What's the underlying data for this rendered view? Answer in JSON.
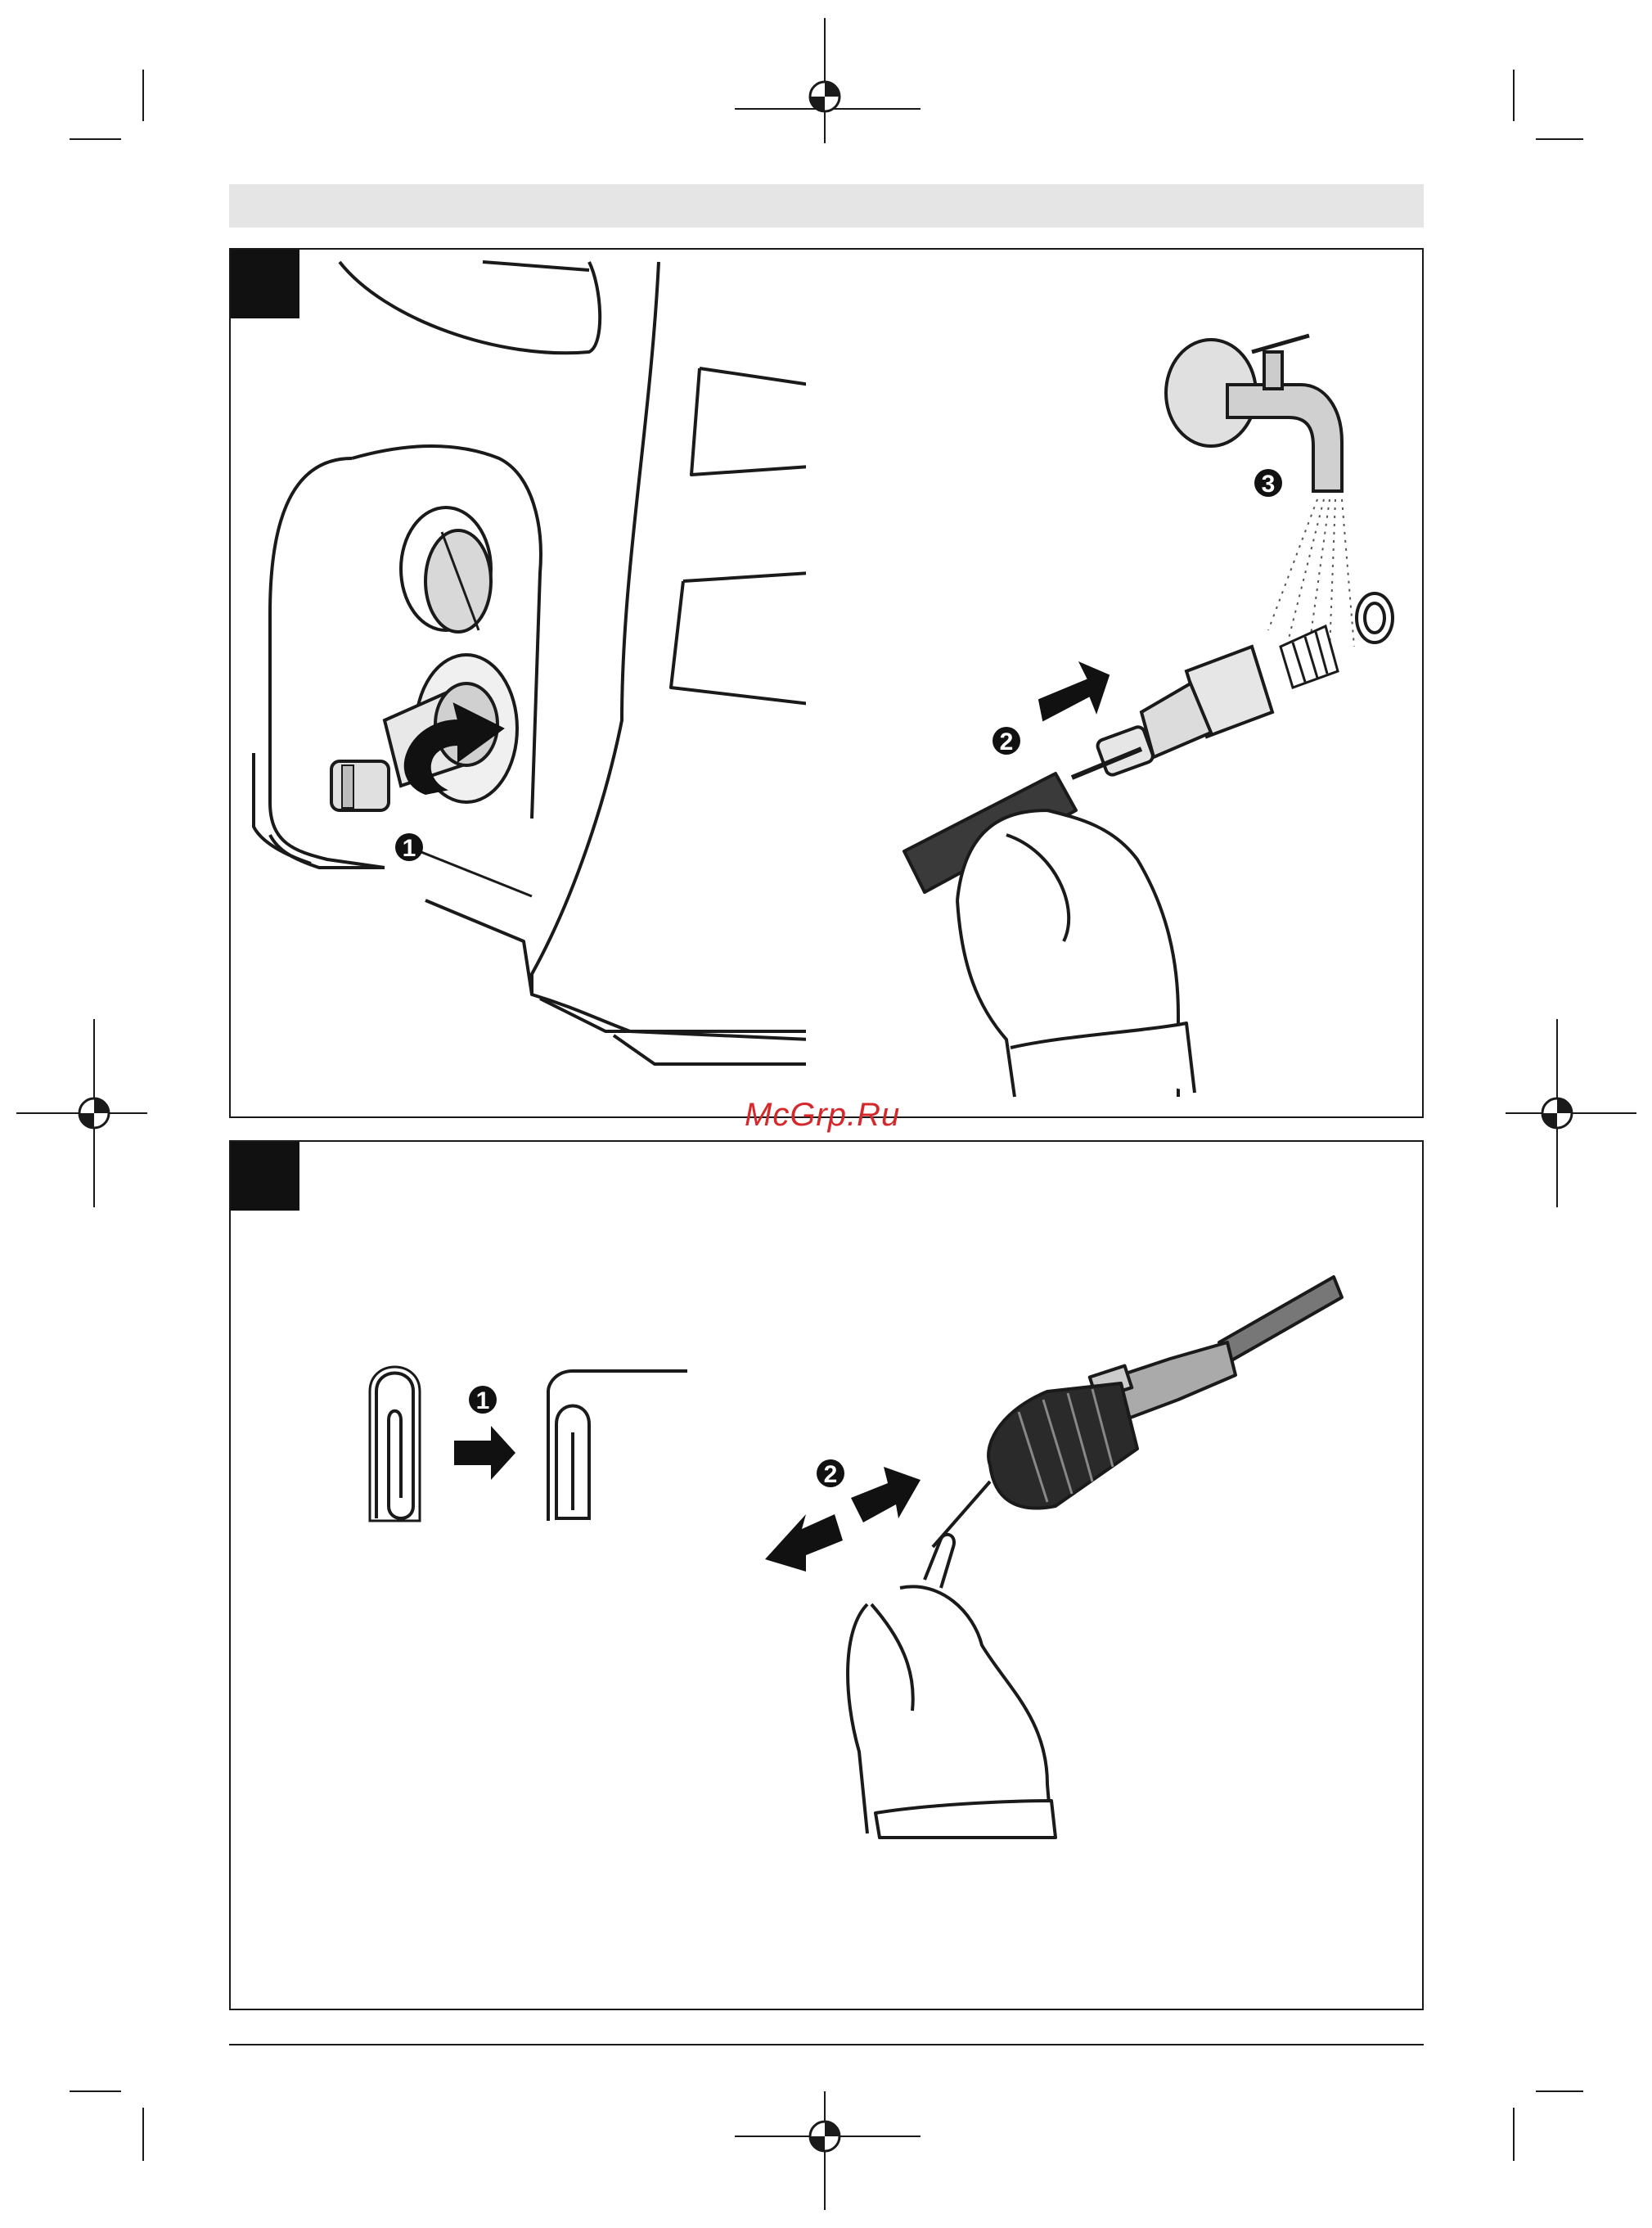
{
  "watermark": {
    "text": "McGrp.Ru",
    "color": "#d6282b"
  },
  "header_bar": {
    "color": "#e5e5e5"
  },
  "panels": [
    {
      "name": "panel-connect-water",
      "tab_label": "",
      "steps": [
        "1",
        "2",
        "3"
      ],
      "icons": [
        "pressure-washer-icon",
        "water-inlet-connector-icon",
        "rotate-arrow-icon",
        "screwdriver-hand-icon",
        "filter-insert-icon",
        "seal-ring-icon",
        "water-tap-icon",
        "push-arrow-icon"
      ]
    },
    {
      "name": "panel-clean-nozzle",
      "tab_label": "",
      "steps": [
        "1",
        "2"
      ],
      "icons": [
        "paper-clip-icon",
        "straightened-clip-icon",
        "right-arrow-icon",
        "spray-lance-icon",
        "hand-with-clip-icon",
        "push-pull-arrows-icon"
      ]
    }
  ]
}
